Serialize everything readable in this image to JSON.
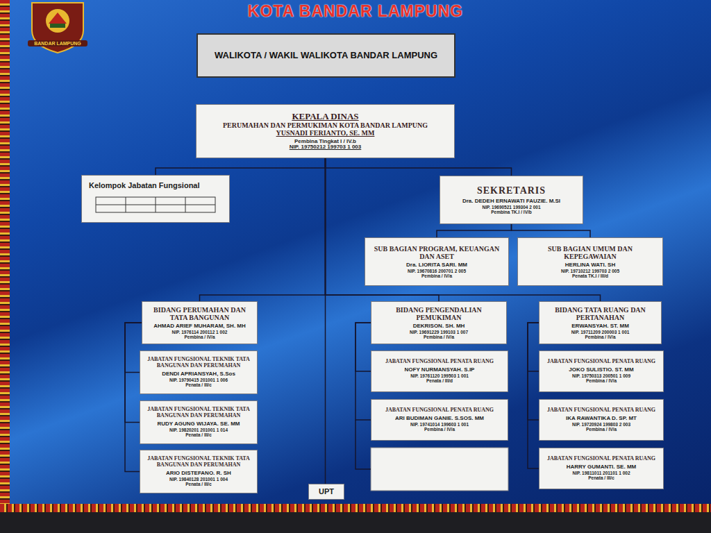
{
  "diagram": {
    "title": "KOTA BANDAR LAMPUNG",
    "nodes": [
      {
        "text": [
          "WALIKOTA / WAKIL WALIKOTA BANDAR LAMPUNG"
        ]
      },
      {
        "text": [
          "KEPALA DINAS",
          "PERUMAHAN DAN PERMUKIMAN KOTA BANDAR LAMPUNG",
          "YUSNADI FERIANTO, SE. MM",
          "Pembina Tingkat I / IV.b",
          "NIP. 19750212 199703 1 003"
        ]
      },
      {
        "text": [
          "Kelompok Jabatan Fungsional"
        ]
      },
      {
        "text": [
          "SEKRETARIS",
          "Dra. DEDEH ERNAWATI FAUZIE. M.SI",
          "NIP. 19690521 199304 2 001",
          "Pembina TK.I / IV/b"
        ]
      },
      {
        "text": [
          "SUB BAGIAN PROGRAM, KEUANGAN DAN ASET",
          "Dra. LIORITA SARI. MM",
          "NIP. 19670816 200701 2 005",
          "Pembina / IV/a"
        ]
      },
      {
        "text": [
          "SUB BAGIAN UMUM DAN KEPEGAWAIAN",
          "HERLINA WATI. SH",
          "NIP. 19710212 199703 2 005",
          "Penata TK.I / III/d"
        ]
      },
      {
        "text": [
          "BIDANG PERUMAHAN DAN TATA BANGUNAN",
          "AHMAD ARIEF MUHARAM, SH. MH",
          "NIP. 1976114 200112 1 002",
          "Pembina / IV/a"
        ]
      },
      {
        "text": [
          "JABATAN FUNGSIONAL TEKNIK TATA BANGUNAN DAN PERUMAHAN",
          "DENDI APRIANSYAH, S.Sos",
          "NIP. 19790415 201001 1 006",
          "Penata / III/c"
        ]
      },
      {
        "text": [
          "JABATAN FUNGSIONAL TEKNIK TATA BANGUNAN DAN PERUMAHAN",
          "RUDY AGUNG WIJAYA. SE. MM",
          "NIP. 19820201 201001 1 014",
          "Penata / III/c"
        ]
      },
      {
        "text": [
          "JABATAN FUNGSIONAL TEKNIK TATA BANGUNAN DAN PERUMAHAN",
          "ARIO DISTEFANO. R. SH",
          "NIP. 19840128 201001 1 004",
          "Penata / III/c"
        ]
      },
      {
        "text": [
          "BIDANG PENGENDALIAN PEMUKIMAN",
          "DEKRISON. SH. MH",
          "NIP. 19691229 199103 1 007",
          "Pembina / IV/a"
        ]
      },
      {
        "text": [
          "JABATAN FUNGSIONAL PENATA RUANG",
          "NOFY NURMANSYAH. S.IP",
          "NIP. 19761120 199503 1 001",
          "Penata / III/d"
        ]
      },
      {
        "text": [
          "JABATAN FUNGSIONAL PENATA RUANG",
          "ARI BUDIMAN GANIE. S.SOS. MM",
          "NIP. 19741014 199603 1 001",
          "Pembina / IV/a"
        ]
      },
      {
        "text": [
          "BIDANG TATA RUANG DAN PERTANAHAN",
          "ERWANSYAH. ST. MM",
          "NIP. 19711209 200003 1 001",
          "Pembina / IV/a"
        ]
      },
      {
        "text": [
          "JABATAN FUNGSIONAL PENATA RUANG",
          "JOKO SULISTIO. ST. MM",
          "NIP. 19750313 200501 1 009",
          "Pembina / IV/a"
        ]
      },
      {
        "text": [
          "JABATAN FUNGSIONAL PENATA RUANG",
          "IKA RAWANTIKA D. SP. MT",
          "NIP. 19720924 199803 2 003",
          "Pembina / IV/a"
        ]
      },
      {
        "text": [
          "JABATAN FUNGSIONAL PENATA RUANG",
          "HARRY GUMANTI. SE. MM",
          "NIP. 19811011 201101 1 002",
          "Penata / III/c"
        ]
      },
      {
        "text": [
          "UPT"
        ]
      }
    ],
    "edges": [
      {
        "from": 1,
        "to": 2,
        "arrow": "none"
      },
      {
        "from": 1,
        "to": 3,
        "arrow": "none"
      },
      {
        "from": 3,
        "to": 4,
        "arrow": "none"
      },
      {
        "from": 3,
        "to": 5,
        "arrow": "none"
      },
      {
        "from": 1,
        "to": 6,
        "arrow": "none"
      },
      {
        "from": 1,
        "to": 10,
        "arrow": "none"
      },
      {
        "from": 1,
        "to": 13,
        "arrow": "none"
      },
      {
        "from": 1,
        "to": 17,
        "arrow": "none"
      },
      {
        "from": 6,
        "to": 7,
        "arrow": "none"
      },
      {
        "from": 6,
        "to": 8,
        "arrow": "none"
      },
      {
        "from": 6,
        "to": 9,
        "arrow": "none"
      },
      {
        "from": 10,
        "to": 11,
        "arrow": "none"
      },
      {
        "from": 10,
        "to": 12,
        "arrow": "none"
      },
      {
        "from": 13,
        "to": 14,
        "arrow": "none"
      },
      {
        "from": 13,
        "to": 15,
        "arrow": "none"
      },
      {
        "from": 13,
        "to": 16,
        "arrow": "none"
      }
    ],
    "labels": [
      "BANDAR LAMPUNG"
    ]
  }
}
